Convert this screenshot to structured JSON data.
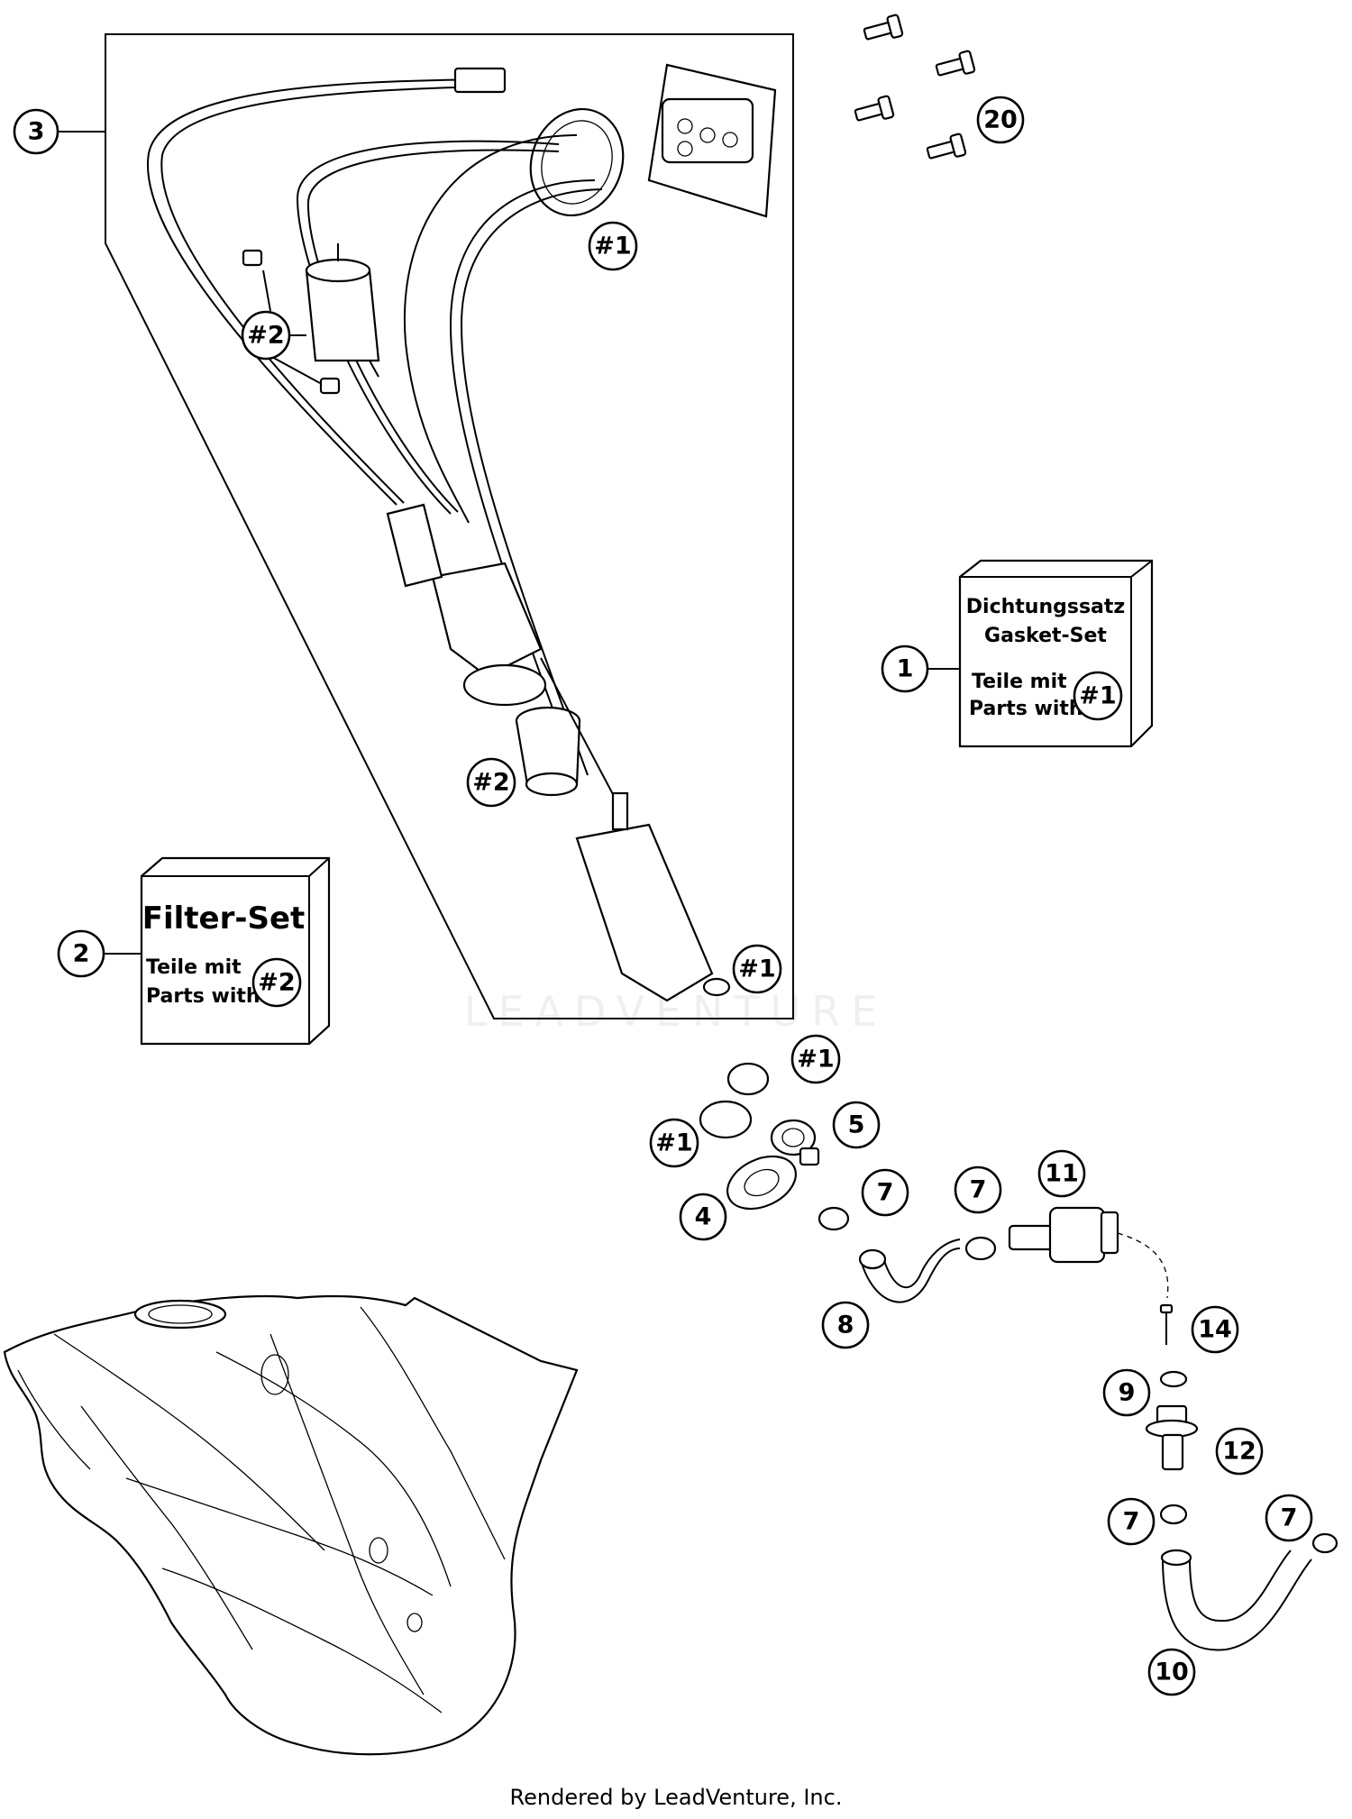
{
  "callouts": {
    "c1": "1",
    "c2": "2",
    "c3": "3",
    "c4": "4",
    "c5": "5",
    "c7": "7",
    "c8": "8",
    "c9": "9",
    "c10": "10",
    "c11": "11",
    "c12": "12",
    "c14": "14",
    "c20": "20",
    "k1": "#1",
    "k2": "#2"
  },
  "kits": {
    "gasket": {
      "line1": "Dichtungssatz",
      "line2": "Gasket-Set",
      "line3": "Teile mit",
      "line4": "Parts with",
      "ref": "#1"
    },
    "filter": {
      "title": "Filter-Set",
      "line3": "Teile mit",
      "line4": "Parts with",
      "ref": "#2"
    }
  },
  "watermark": "LEADVENTURE",
  "credit": "Rendered by LeadVenture, Inc."
}
